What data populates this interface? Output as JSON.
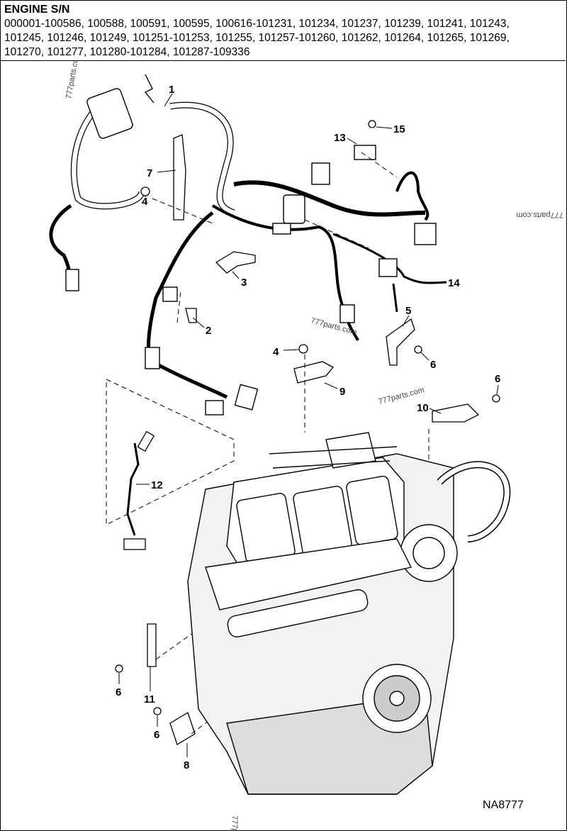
{
  "header": {
    "title": "ENGINE S/N",
    "serials": "000001-100586, 100588, 100591, 100595, 100616-101231, 101234, 101237, 101239, 101241, 101243, 101245, 101246, 101249, 101251-101253, 101255, 101257-101260, 101262, 101264, 101265, 101269, 101270, 101277, 101280-101284, 101287-109336"
  },
  "callouts": [
    "1",
    "2",
    "3",
    "4",
    "4",
    "5",
    "6",
    "6",
    "6",
    "6",
    "7",
    "8",
    "9",
    "10",
    "11",
    "12",
    "13",
    "14",
    "15"
  ],
  "watermarks": [
    "777parts.com",
    "777parts.com",
    "777parts.com",
    "777parts.com",
    "777parts.com"
  ],
  "diagram_code": "NA8777",
  "colors": {
    "line": "#000000",
    "fill": "#ffffff",
    "shade": "#cfcfcf"
  }
}
